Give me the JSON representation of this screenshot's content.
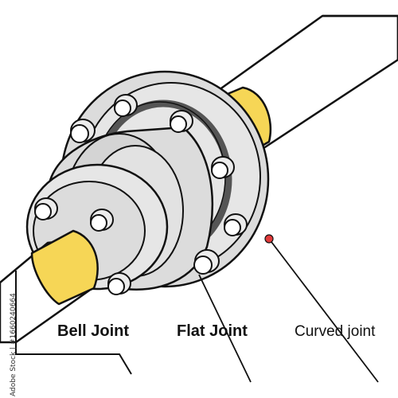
{
  "labels": {
    "bell_joint": "Bell Joint",
    "flat_joint": "Flat Joint",
    "curved_joint": "Curved joint"
  },
  "watermark": {
    "id_text": "Adobe Stock | #1660240664"
  },
  "colors": {
    "pipe_insulation": "#f6d656",
    "metal": "#dcdcdc",
    "metal_light": "#ececec",
    "gasket": "#555555",
    "outline": "#111111",
    "marker": "#e23a3a"
  }
}
